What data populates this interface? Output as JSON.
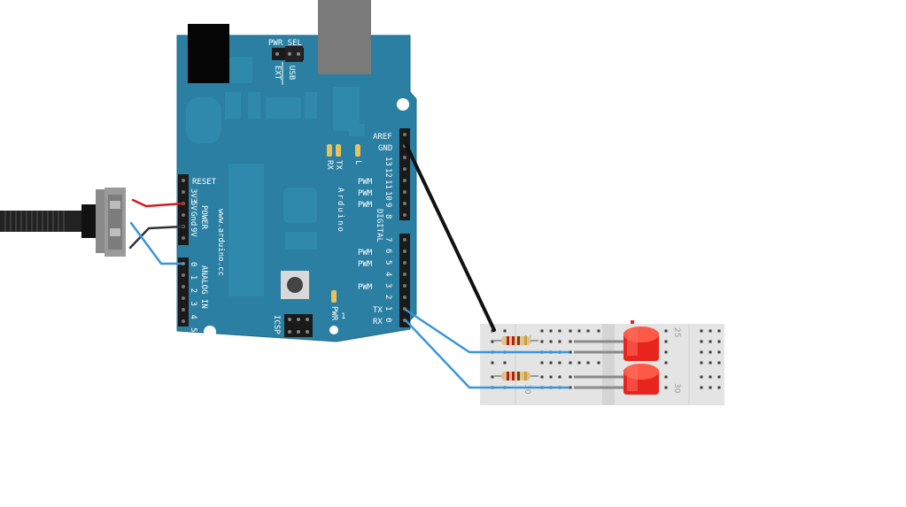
{
  "board": {
    "name": "Arduino",
    "url": "www.arduino.cc",
    "pwr_sel": "PWR SEL",
    "ext": "EXT",
    "usb": "USB",
    "aref": "AREF",
    "gnd": "GND",
    "digital_pins_high": [
      "13",
      "12",
      "11",
      "10",
      "9",
      "8"
    ],
    "digital_pins_low": [
      "7",
      "6",
      "5",
      "4",
      "3",
      "2",
      "1",
      "0"
    ],
    "pwm": "PWM",
    "digital": "DIGITAL",
    "tx": "TX",
    "rx": "RX",
    "led_l": "L",
    "led_tx": "TX",
    "led_rx": "RX",
    "reset": "RESET",
    "v33": "3V3",
    "v5": "5V",
    "gnd_pin": "Gnd",
    "v9": "9V",
    "power": "POWER",
    "analog_in": "ANALOG IN",
    "analog_nums": "0 1 2 3 4 5",
    "icsp": "ICSP",
    "pwr_led": "PWR",
    "one": "1"
  },
  "breadboard": {
    "col_labels": [
      "25",
      "30",
      "25",
      "30"
    ]
  },
  "colors": {
    "board": "#2a7fa3",
    "wire_red": "#cc1f1f",
    "wire_black": "#111111",
    "wire_blue": "#3a96d8",
    "led": "#e8241f",
    "breadboard": "#e4e4e4"
  }
}
